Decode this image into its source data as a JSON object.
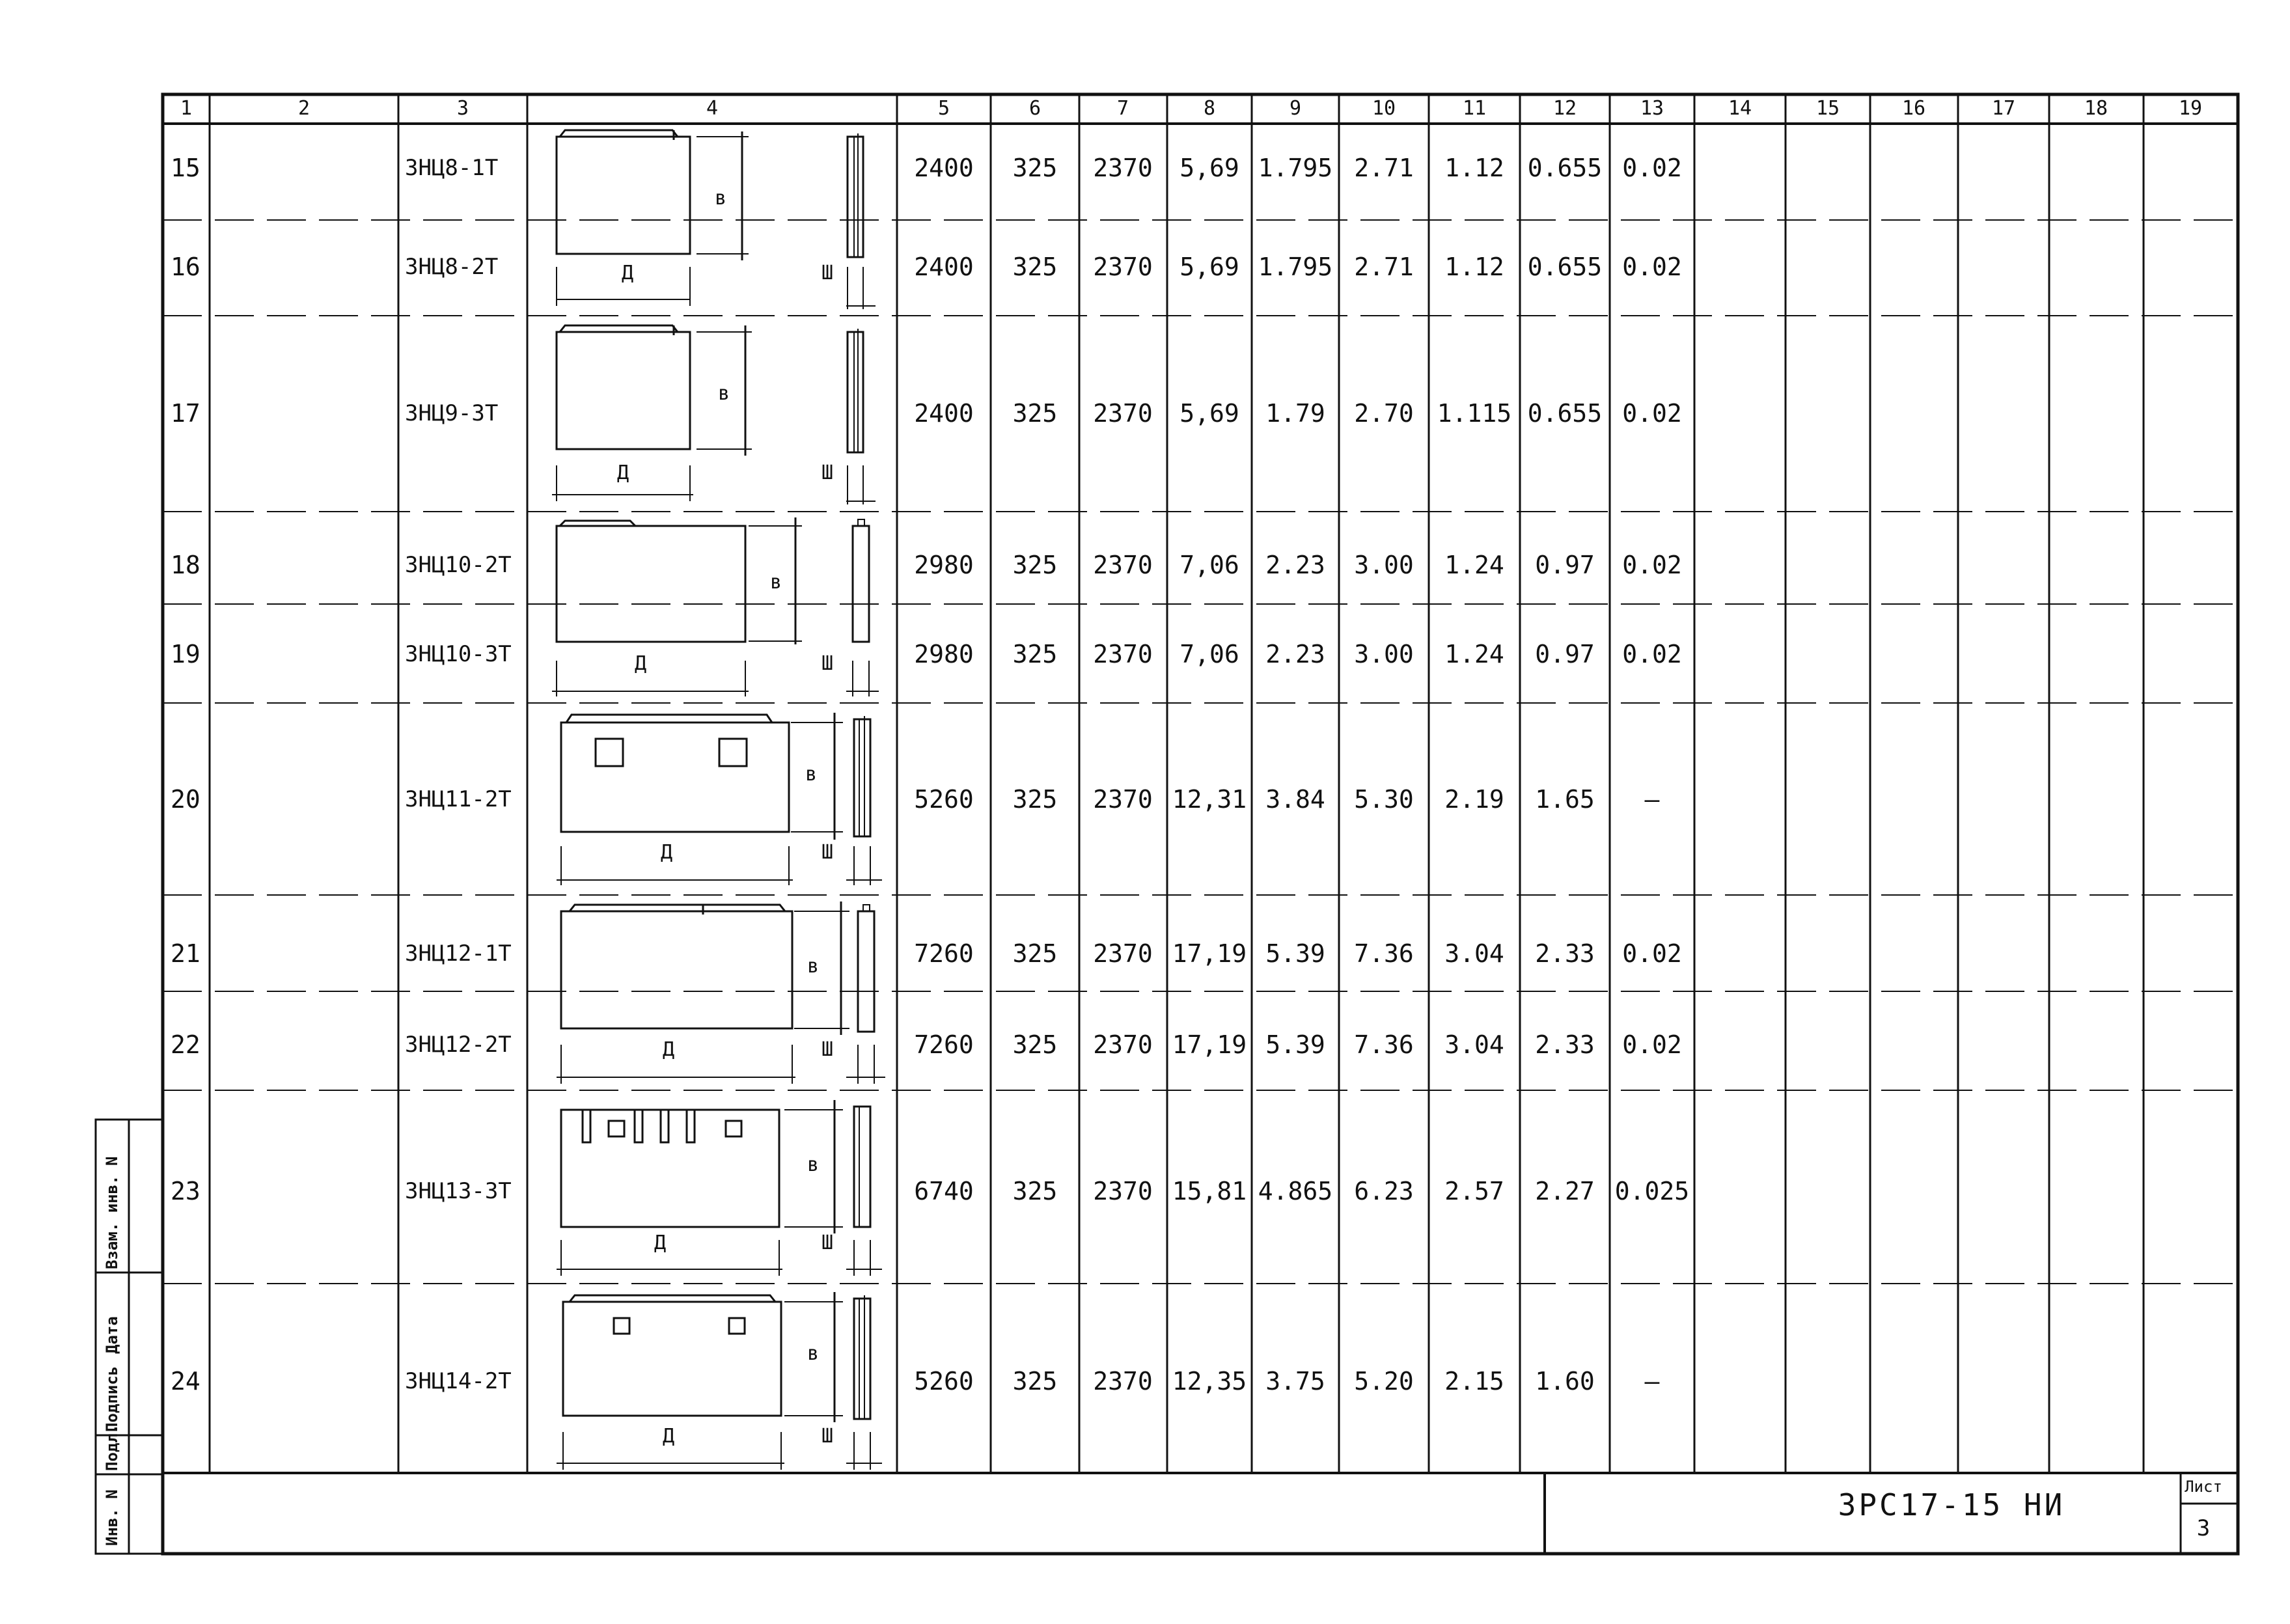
{
  "headers": [
    "1",
    "2",
    "3",
    "4",
    "5",
    "6",
    "7",
    "8",
    "9",
    "10",
    "11",
    "12",
    "13",
    "14",
    "15",
    "16",
    "17",
    "18",
    "19"
  ],
  "rows": [
    {
      "no": "15",
      "code": "ЗНЦ8-1Т",
      "c5": "2400",
      "c6": "325",
      "c7": "2370",
      "c8": "5,69",
      "c9": "1.795",
      "c10": "2.71",
      "c11": "1.12",
      "c12": "0.655",
      "c13": "0.02"
    },
    {
      "no": "16",
      "code": "ЗНЦ8-2Т",
      "c5": "2400",
      "c6": "325",
      "c7": "2370",
      "c8": "5,69",
      "c9": "1.795",
      "c10": "2.71",
      "c11": "1.12",
      "c12": "0.655",
      "c13": "0.02"
    },
    {
      "no": "17",
      "code": "ЗНЦ9-3Т",
      "c5": "2400",
      "c6": "325",
      "c7": "2370",
      "c8": "5,69",
      "c9": "1.79",
      "c10": "2.70",
      "c11": "1.115",
      "c12": "0.655",
      "c13": "0.02"
    },
    {
      "no": "18",
      "code": "ЗНЦ10-2Т",
      "c5": "2980",
      "c6": "325",
      "c7": "2370",
      "c8": "7,06",
      "c9": "2.23",
      "c10": "3.00",
      "c11": "1.24",
      "c12": "0.97",
      "c13": "0.02"
    },
    {
      "no": "19",
      "code": "ЗНЦ10-3Т",
      "c5": "2980",
      "c6": "325",
      "c7": "2370",
      "c8": "7,06",
      "c9": "2.23",
      "c10": "3.00",
      "c11": "1.24",
      "c12": "0.97",
      "c13": "0.02"
    },
    {
      "no": "20",
      "code": "ЗНЦ11-2Т",
      "c5": "5260",
      "c6": "325",
      "c7": "2370",
      "c8": "12,31",
      "c9": "3.84",
      "c10": "5.30",
      "c11": "2.19",
      "c12": "1.65",
      "c13": "–"
    },
    {
      "no": "21",
      "code": "ЗНЦ12-1Т",
      "c5": "7260",
      "c6": "325",
      "c7": "2370",
      "c8": "17,19",
      "c9": "5.39",
      "c10": "7.36",
      "c11": "3.04",
      "c12": "2.33",
      "c13": "0.02"
    },
    {
      "no": "22",
      "code": "ЗНЦ12-2Т",
      "c5": "7260",
      "c6": "325",
      "c7": "2370",
      "c8": "17,19",
      "c9": "5.39",
      "c10": "7.36",
      "c11": "3.04",
      "c12": "2.33",
      "c13": "0.02"
    },
    {
      "no": "23",
      "code": "ЗНЦ13-3Т",
      "c5": "6740",
      "c6": "325",
      "c7": "2370",
      "c8": "15,81",
      "c9": "4.865",
      "c10": "6.23",
      "c11": "2.57",
      "c12": "2.27",
      "c13": "0.025"
    },
    {
      "no": "24",
      "code": "ЗНЦ14-2Т",
      "c5": "5260",
      "c6": "325",
      "c7": "2370",
      "c8": "12,35",
      "c9": "3.75",
      "c10": "5.20",
      "c11": "2.15",
      "c12": "1.60",
      "c13": "–"
    }
  ],
  "sketch_labels": {
    "length": "Д",
    "height": "в",
    "width": "Ш"
  },
  "title_block": {
    "doc_code": "ЗРС17-15 НИ",
    "sheet_label": "Лист",
    "sheet_no": "3"
  },
  "side_stamp": [
    "Инв. N",
    "Подл.",
    "Подпись",
    "Дата",
    "Взам. инв. N"
  ]
}
